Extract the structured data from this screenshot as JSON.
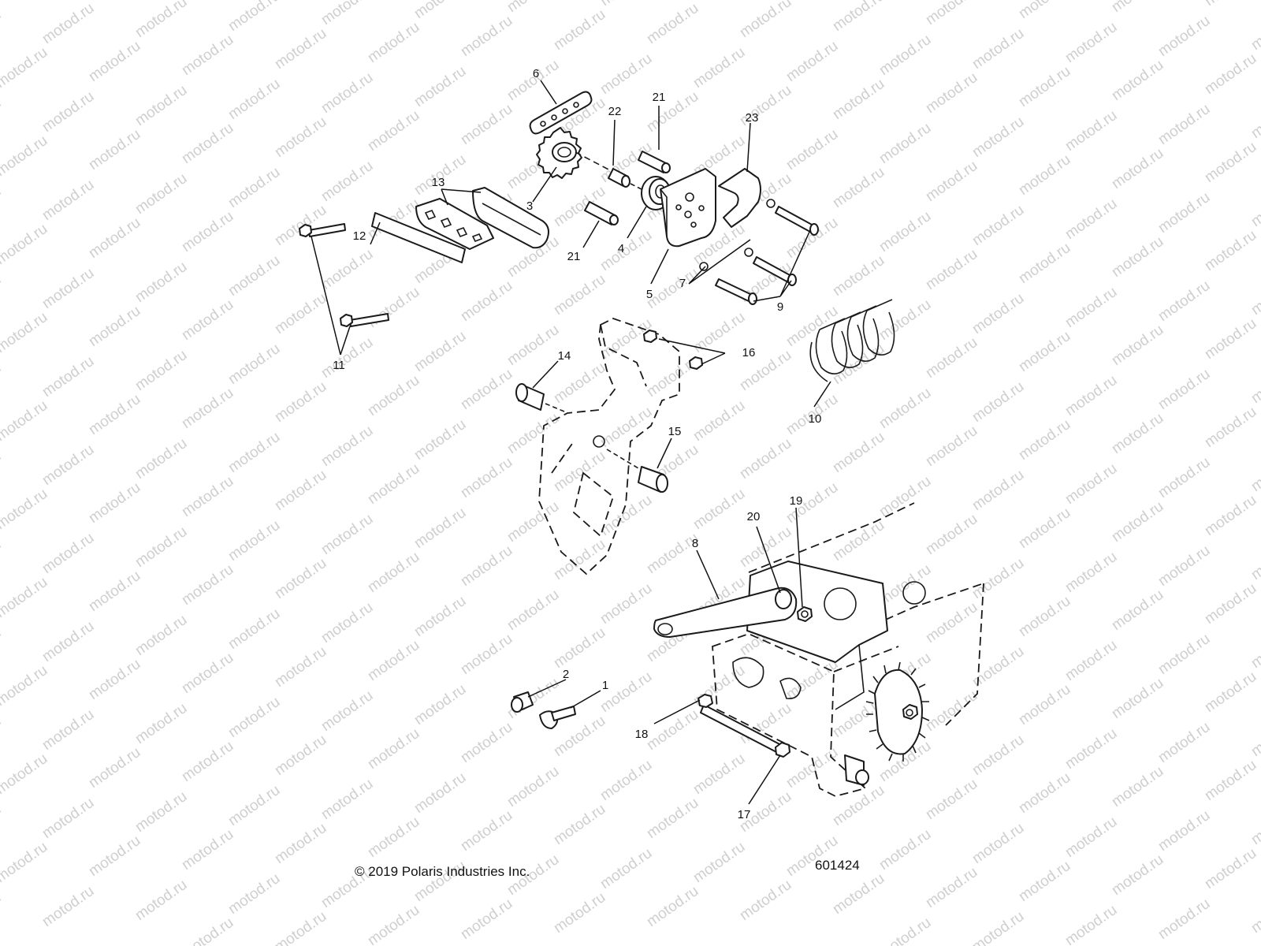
{
  "watermark": {
    "text": "motod.ru"
  },
  "footer": {
    "copyright": "© 2019 Polaris Industries Inc.",
    "diagram_number": "601424"
  },
  "callouts": {
    "c1": "1",
    "c2": "2",
    "c3": "3",
    "c4": "4",
    "c5": "5",
    "c6": "6",
    "c7": "7",
    "c8": "8",
    "c9": "9",
    "c10": "10",
    "c11": "11",
    "c12": "12",
    "c13": "13",
    "c14": "14",
    "c15": "15",
    "c16": "16",
    "c17": "17",
    "c18": "18",
    "c19": "19",
    "c20": "20",
    "c21a": "21",
    "c21b": "21",
    "c22": "22",
    "c23": "23"
  }
}
